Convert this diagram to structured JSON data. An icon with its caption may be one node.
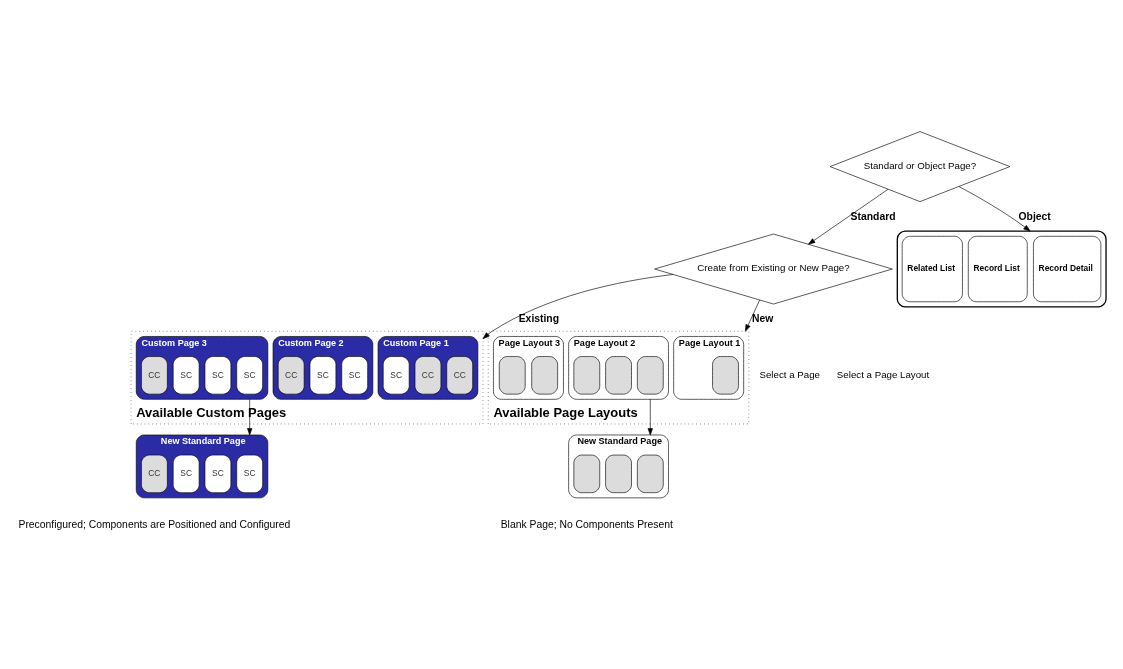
{
  "diagram": {
    "nodes": [
      {
        "text": [
          "Available Custom Pages"
        ]
      },
      {
        "text": [
          "Custom Page 1"
        ],
        "in": 0
      },
      {
        "text": [
          "CC"
        ],
        "in": 1
      },
      {
        "text": [
          "CC"
        ],
        "in": 1
      },
      {
        "text": [
          "SC"
        ],
        "in": 1
      },
      {
        "text": [
          "Custom Page 2"
        ],
        "in": 0
      },
      {
        "text": [
          "SC"
        ],
        "in": 5
      },
      {
        "text": [
          "SC"
        ],
        "in": 5
      },
      {
        "text": [
          "CC"
        ],
        "in": 5
      },
      {
        "text": [
          "Custom Page 3"
        ],
        "in": 0
      },
      {
        "text": [
          "SC"
        ],
        "in": 9
      },
      {
        "text": [
          "SC"
        ],
        "in": 9
      },
      {
        "text": [
          "SC"
        ],
        "in": 9
      },
      {
        "text": [
          "CC"
        ],
        "in": 9
      },
      {
        "text": [
          "New Standard Page"
        ],
        "beside": [
          "Preconfigured; Components are Positioned and Configured"
        ]
      },
      {
        "text": [
          "SC"
        ],
        "in": 14
      },
      {
        "text": [
          "SC"
        ],
        "in": 14
      },
      {
        "text": [
          "SC"
        ],
        "in": 14
      },
      {
        "text": [
          "CC"
        ],
        "in": 14
      },
      {
        "text": [
          "Standard or Object Page?"
        ]
      },
      {
        "text": [
          "Create from Existing or New Page?"
        ]
      },
      {
        "text": [],
        "shape": "box"
      },
      {
        "text": [
          "Record Detail"
        ],
        "in": 21
      },
      {
        "text": [
          "Record List"
        ],
        "in": 21
      },
      {
        "text": [
          "Related List"
        ],
        "in": 21
      },
      {
        "text": [
          "Available Page Layouts"
        ]
      },
      {
        "text": [
          "Page Layout 1"
        ],
        "in": 25
      },
      {
        "text": [],
        "shape": "box",
        "in": 26
      },
      {
        "text": [
          "Page Layout 2"
        ],
        "in": 25
      },
      {
        "text": [],
        "shape": "box",
        "in": 28
      },
      {
        "text": [],
        "shape": "box",
        "in": 28
      },
      {
        "text": [],
        "shape": "box",
        "in": 28
      },
      {
        "text": [
          "Page Layout 3"
        ],
        "in": 25
      },
      {
        "text": [],
        "shape": "box",
        "in": 32
      },
      {
        "text": [],
        "shape": "box",
        "in": 32
      },
      {
        "text": [
          "New Standard Page"
        ],
        "beside": [
          "Blank Page; No Components Present"
        ]
      },
      {
        "text": [],
        "shape": "box",
        "in": 35
      },
      {
        "text": [],
        "shape": "box",
        "in": 35
      },
      {
        "text": [],
        "shape": "box",
        "in": 35
      }
    ],
    "edges": [
      {
        "from": 9,
        "to": 14,
        "arrow": "to"
      },
      {
        "from": 19,
        "to": 20,
        "label": "Standard",
        "arrow": "to"
      },
      {
        "from": 19,
        "to": 21,
        "label": "Object",
        "arrow": "to"
      },
      {
        "from": 20,
        "to": 0,
        "label": "Existing",
        "arrow": "to"
      },
      {
        "from": 20,
        "to": 25,
        "label": "New",
        "arrow": "to"
      },
      {
        "from": 28,
        "to": 35,
        "arrow": "to"
      }
    ],
    "labels": [
      "Select a Page",
      "Select a Page Layout"
    ]
  }
}
